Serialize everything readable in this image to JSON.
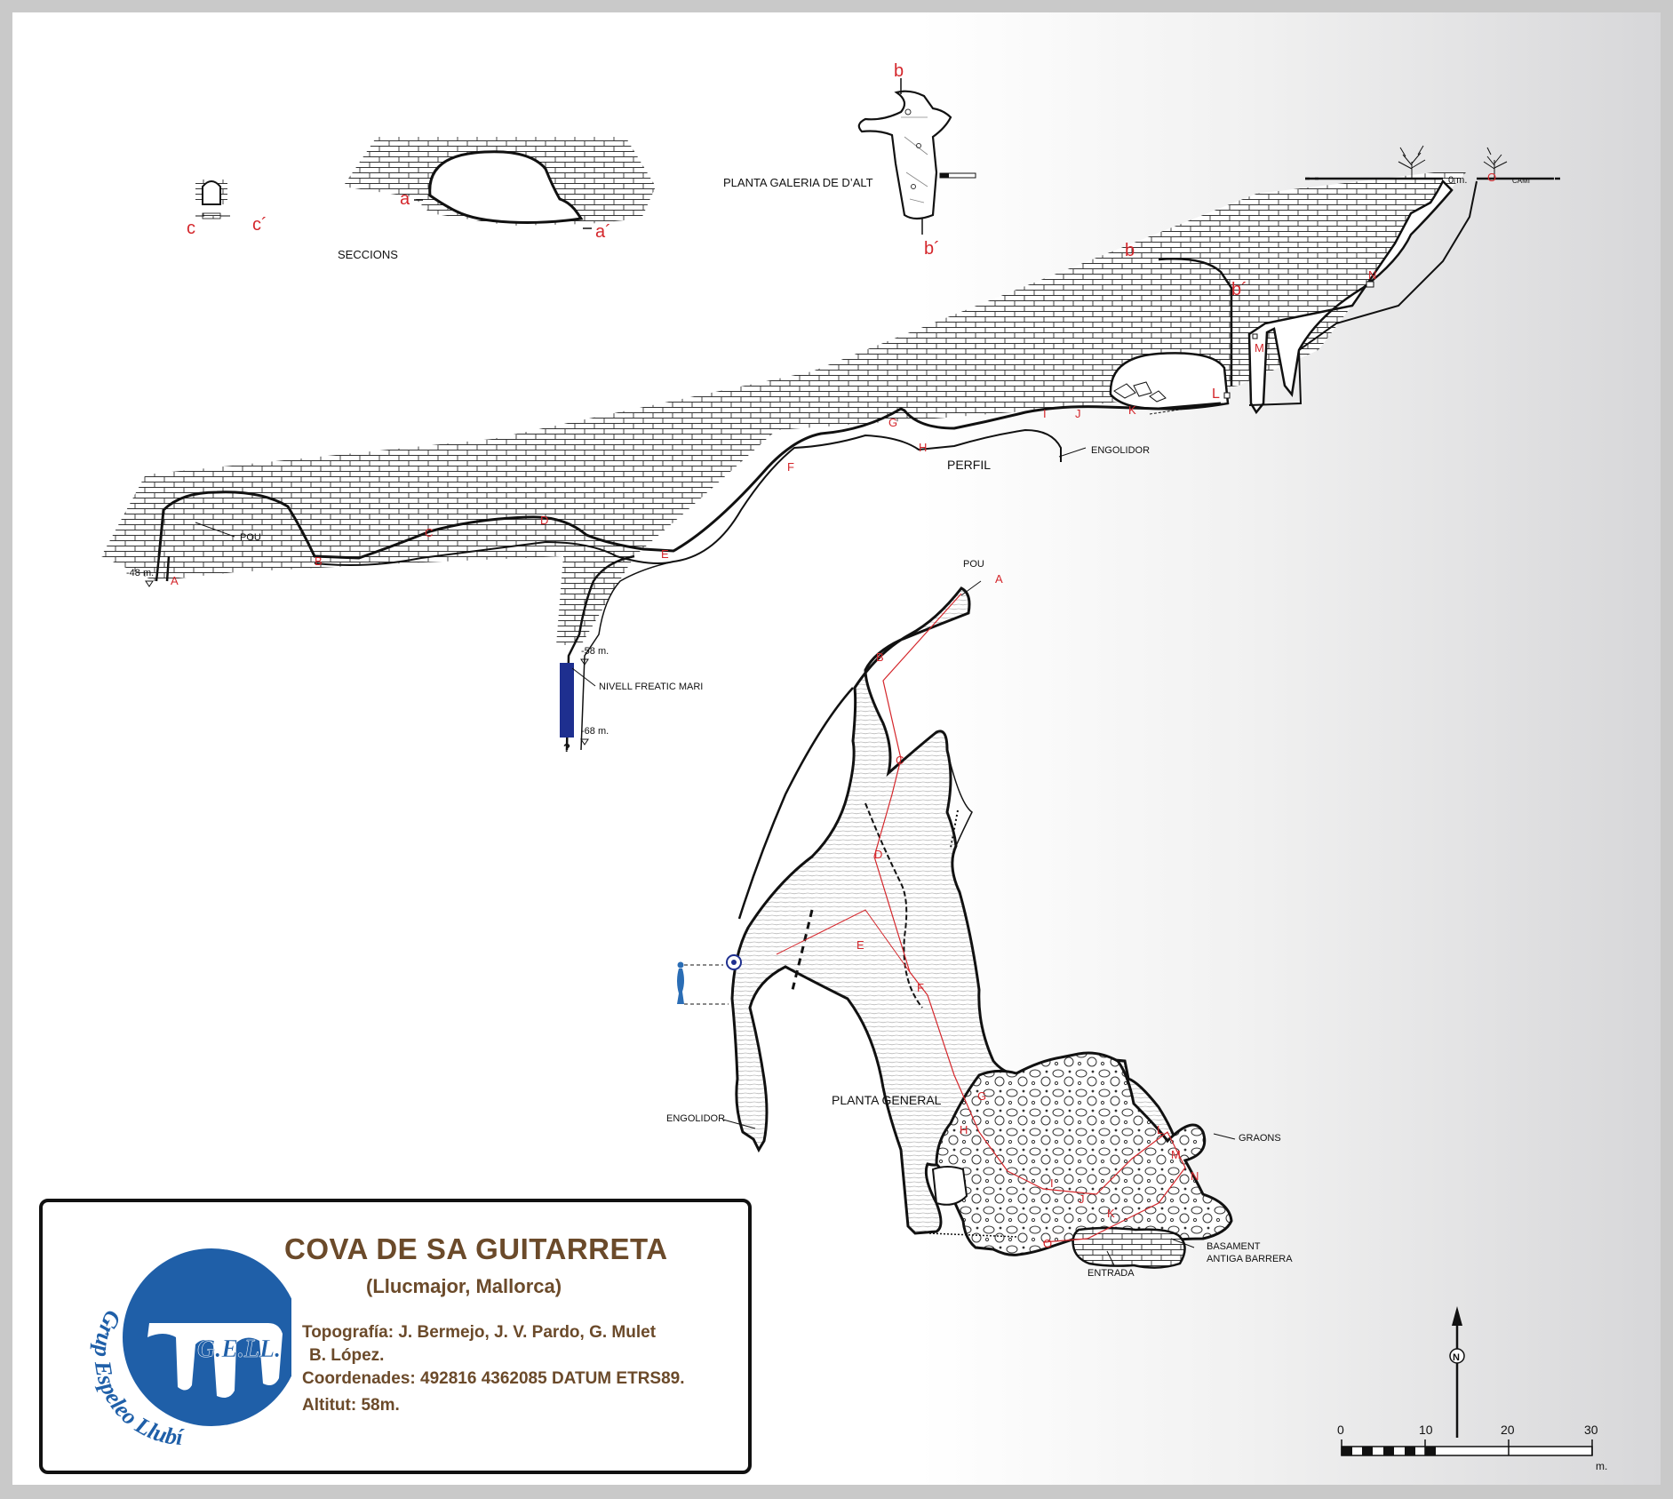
{
  "sections": {
    "title": "SECCIONS",
    "labels": [
      "c",
      "c´",
      "a",
      "a´"
    ]
  },
  "upper_plan": {
    "title": "PLANTA GALERIA DE D’ALT",
    "labels": [
      "b",
      "b´"
    ]
  },
  "profile": {
    "title": "PERFIL",
    "station_labels": [
      "A",
      "B",
      "C",
      "D",
      "E",
      "F",
      "G",
      "H",
      "I",
      "J",
      "K",
      "L",
      "M",
      "N",
      "O",
      "b",
      "b´"
    ],
    "callouts": [
      "POU",
      "ENGOLIDOR",
      "NIVELL FREATIC MARI",
      "CAMI"
    ],
    "depths": [
      "0 m.",
      "-48 m.",
      "-58 m.",
      "-68 m.",
      "?"
    ]
  },
  "plan": {
    "title": "PLANTA GENERAL",
    "station_labels": [
      "A",
      "B",
      "C",
      "D",
      "E",
      "F",
      "G",
      "H",
      "I",
      "J",
      "K",
      "L",
      "M",
      "N",
      "O"
    ],
    "callouts": [
      "POU",
      "ENGOLIDOR",
      "GRAONS",
      "ENTRADA",
      "BASAMENT",
      "ANTIGA BARRERA"
    ]
  },
  "scale": {
    "ticks": [
      "0",
      "10",
      "20",
      "30"
    ],
    "unit": "m.",
    "north": "N"
  },
  "info": {
    "title": "COVA DE SA GUITARRETA",
    "subtitle": "(Llucmajor, Mallorca)",
    "topo_line1": "Topografía: J. Bermejo, J. V. Pardo, G. Mulet",
    "topo_line2": "B. López.",
    "coords": "Coordenades: 492816 4362085 DATUM ETRS89.",
    "altitude": "Altitut: 58m."
  },
  "logo": {
    "text": "G.E.LL.",
    "ring_text": "Grup Espeleo Llubí",
    "color": "#1f5fa8"
  },
  "colors": {
    "station": "#d4262b",
    "water": "#1e2f8f",
    "title_brown": "#6b4a2a"
  }
}
